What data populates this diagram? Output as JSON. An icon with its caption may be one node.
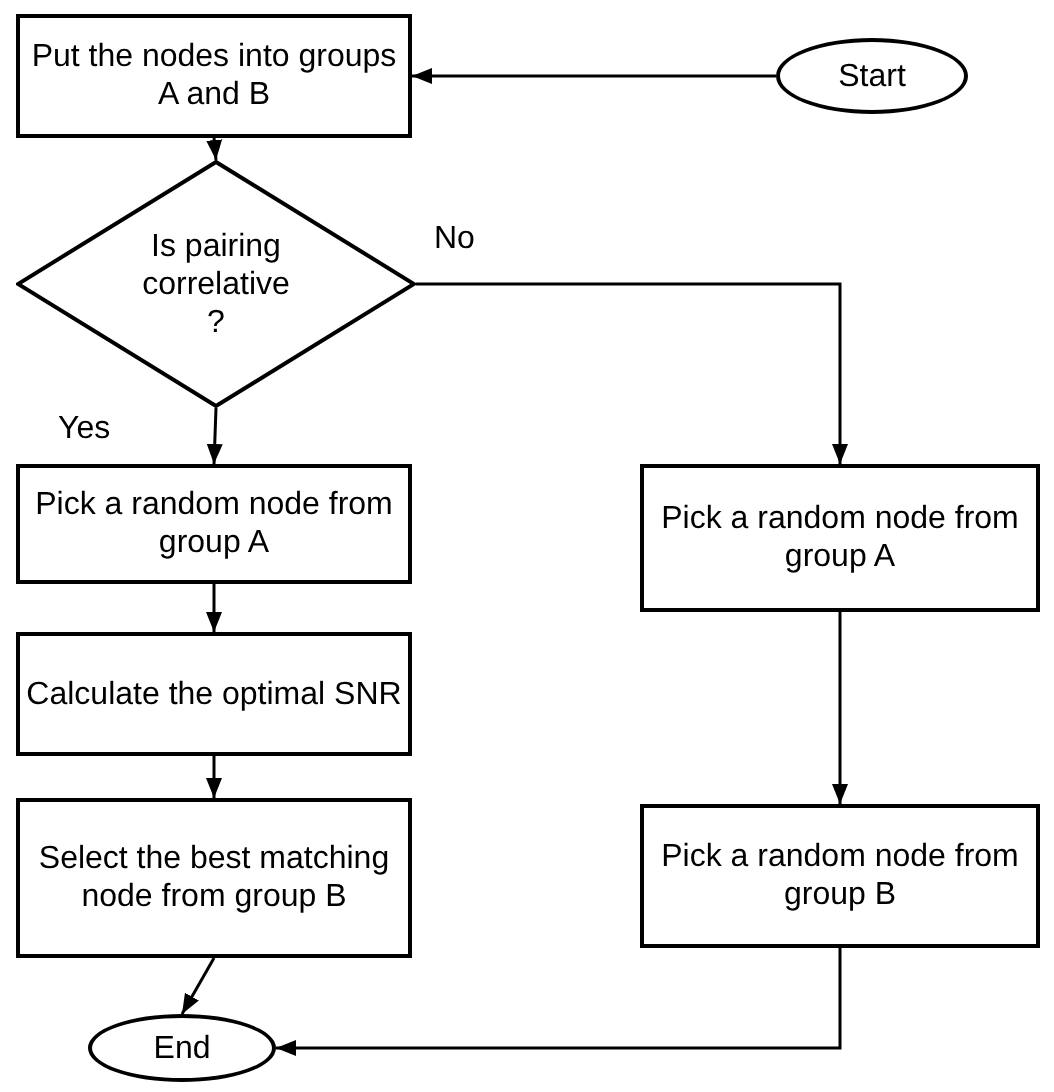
{
  "diagram": {
    "nodes": [
      {
        "text": [
          "Put the nodes into groups A and B"
        ]
      },
      {
        "text": [
          "Start"
        ]
      },
      {
        "text": [
          "Is pairing correlative ?"
        ]
      },
      {
        "text": [
          "Pick a random node from group A"
        ]
      },
      {
        "text": [
          "Calculate the optimal SNR"
        ]
      },
      {
        "text": [
          "Select the best matching node from group B"
        ]
      },
      {
        "text": [
          "End"
        ]
      },
      {
        "text": [
          "Pick a random node from group A"
        ]
      },
      {
        "text": [
          "Pick a random node from group B"
        ]
      }
    ],
    "edges": [
      {
        "from": 1,
        "to": 0,
        "arrow": "to"
      },
      {
        "from": 0,
        "to": 2,
        "arrow": "to"
      },
      {
        "from": 2,
        "to": 3,
        "arrow": "to",
        "label": "Yes"
      },
      {
        "from": 2,
        "to": 7,
        "arrow": "to",
        "label": "No"
      },
      {
        "from": 3,
        "to": 4,
        "arrow": "to"
      },
      {
        "from": 4,
        "to": 5,
        "arrow": "to"
      },
      {
        "from": 5,
        "to": 6,
        "arrow": "to"
      },
      {
        "from": 7,
        "to": 8,
        "arrow": "to"
      },
      {
        "from": 8,
        "to": 6,
        "arrow": "to"
      }
    ]
  }
}
